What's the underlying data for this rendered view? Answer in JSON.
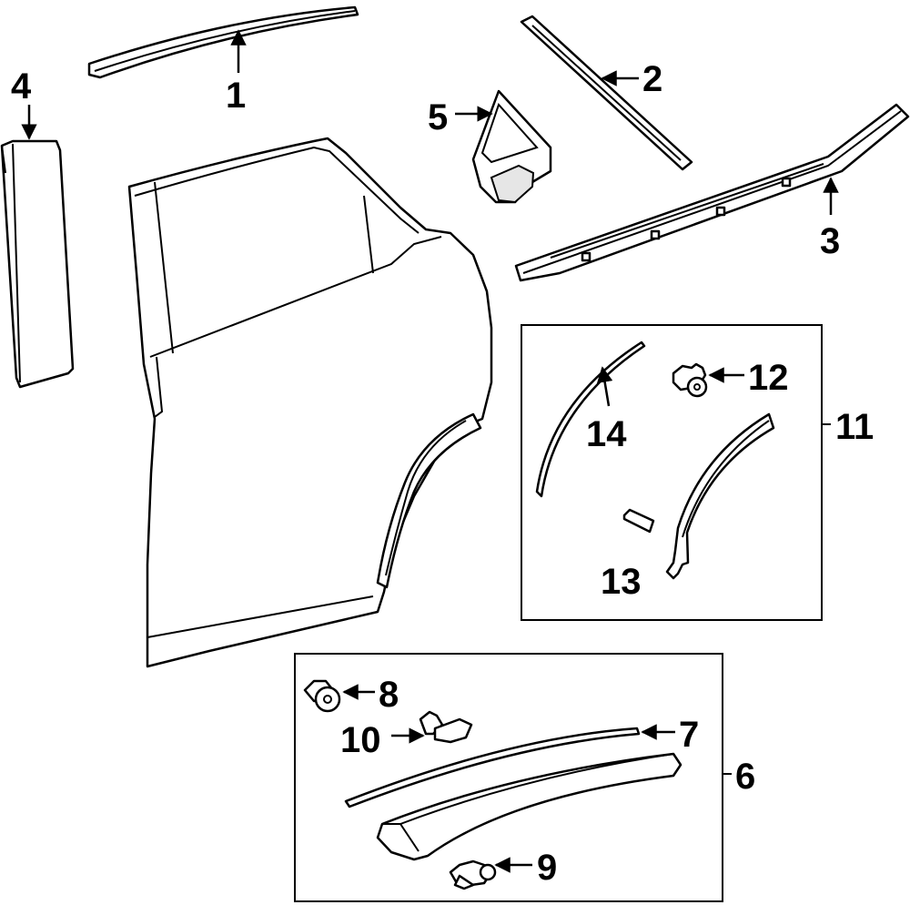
{
  "callouts": {
    "c1": "1",
    "c2": "2",
    "c3": "3",
    "c4": "4",
    "c5": "5",
    "c6": "6",
    "c7": "7",
    "c8": "8",
    "c9": "9",
    "c10": "10",
    "c11": "11",
    "c12": "12",
    "c13": "13",
    "c14": "14"
  },
  "icons": {
    "arrowhead": "arrowhead-icon",
    "clip": "clip-icon",
    "bracket": "group-bracket"
  }
}
